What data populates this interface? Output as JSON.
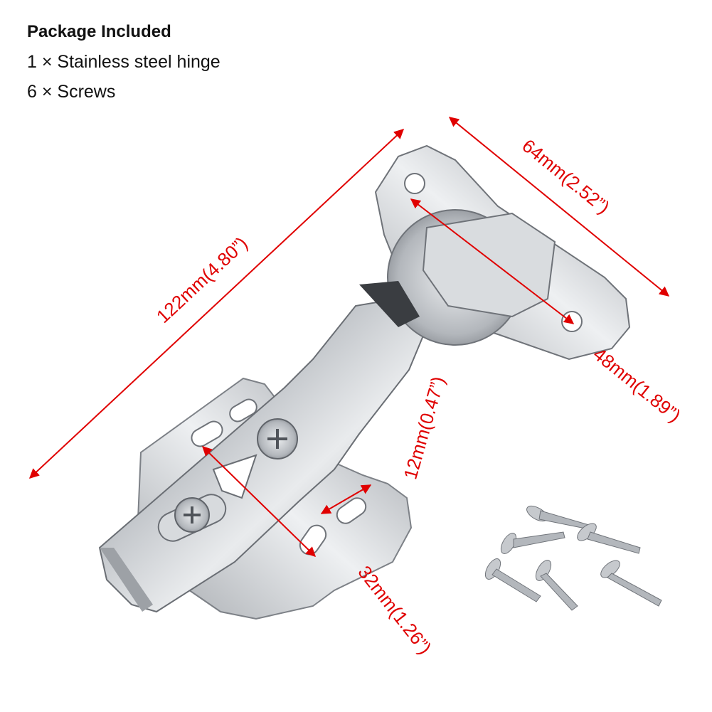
{
  "package": {
    "title": "Package Included",
    "items": [
      "1 × Stainless steel hinge",
      "6 × Screws"
    ]
  },
  "dimensions": {
    "length": "122mm(4.80”)",
    "width": "64mm(2.52”)",
    "cup_hole_spacing": "48mm(1.89”)",
    "adjust_range": "12mm(0.47”)",
    "plate_hole_spacing": "32mm(1.26”)"
  },
  "colors": {
    "dimension": "#e00000",
    "metal": "#c9ccd0",
    "text": "#111111"
  }
}
